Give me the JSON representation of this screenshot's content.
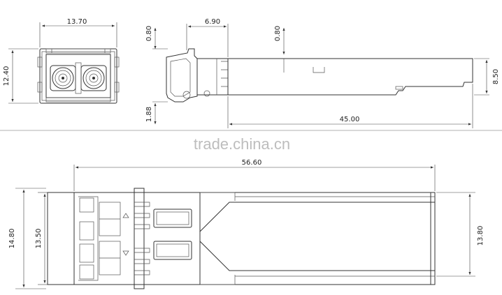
{
  "dimensions": {
    "front_width": "13.70",
    "front_height": "12.40",
    "side_top_gap": "0.80",
    "side_bottom_gap": "1.88",
    "side_top_length": "6.90",
    "side_right_gap": "0.80",
    "side_height": "8.50",
    "side_length": "45.00",
    "top_length": "56.60",
    "top_outer_height": "14.80",
    "top_inner_height": "13.50",
    "top_right_height": "13.80"
  },
  "watermark": "trade.china.cn"
}
